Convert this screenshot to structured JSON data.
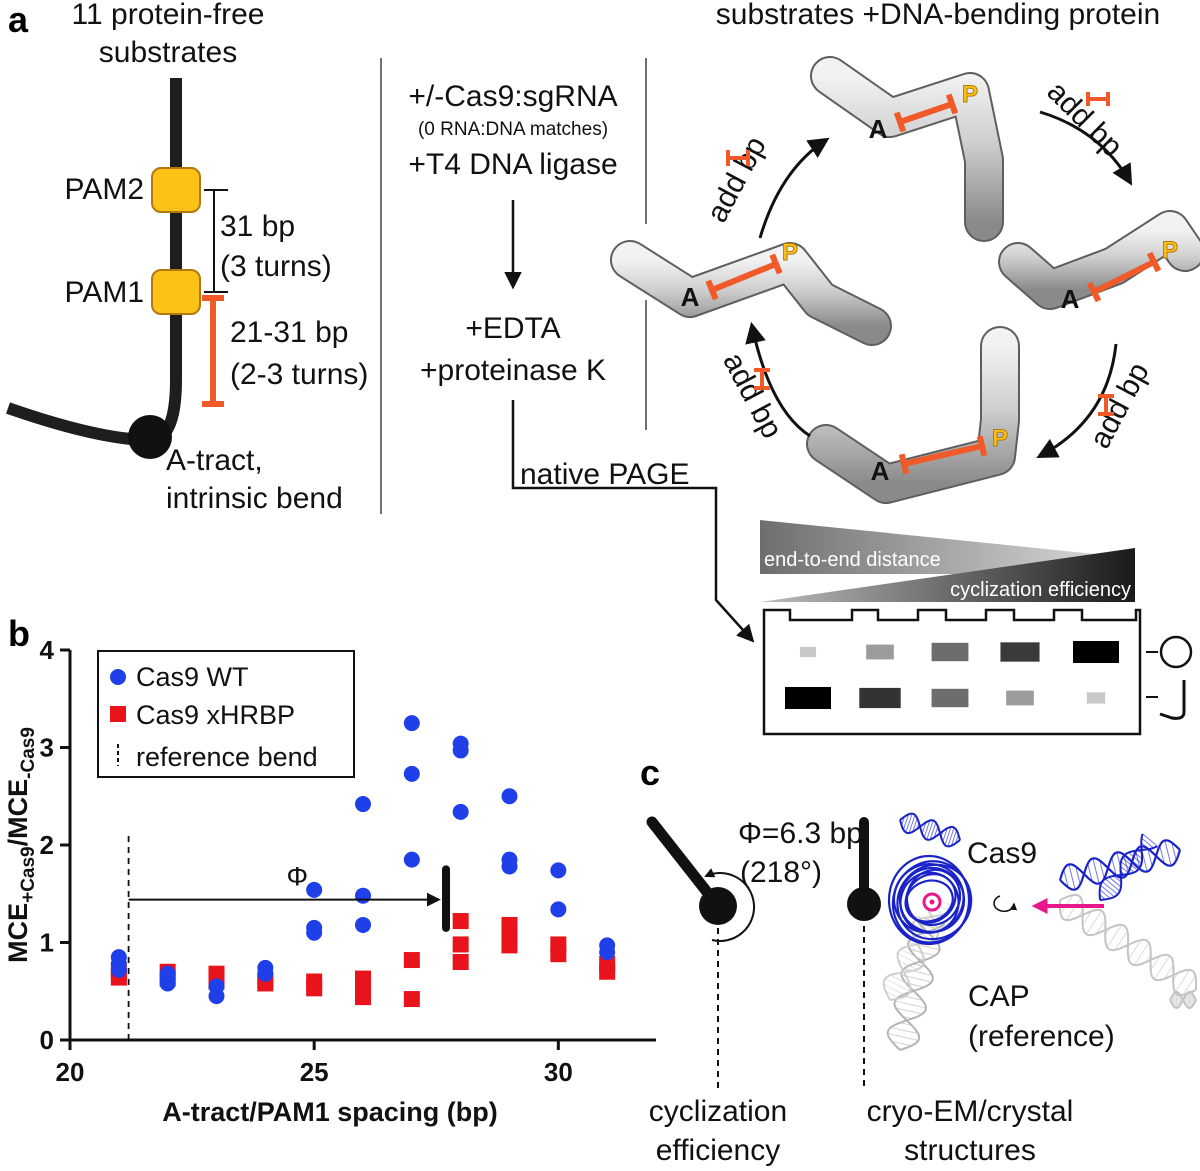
{
  "colors": {
    "orange": "#f05a28",
    "pam_fill": "#fdc218",
    "pam_stroke": "#b07a10",
    "dna": "#1e1e1e",
    "wt_blue": "#1f3fe8",
    "xhrbp_red": "#e8131b",
    "tube_light": "#d9d9d9",
    "tube_dark": "#9a9a9a",
    "magenta": "#e8188c"
  },
  "panel_a": {
    "letter": "a",
    "substrates_title": [
      "11 protein-free",
      "substrates"
    ],
    "pam2": "PAM2",
    "pam1": "PAM1",
    "spacing_31": [
      "31 bp",
      "(3 turns)"
    ],
    "spacing_21_31": [
      "21-31 bp",
      "(2-3 turns)"
    ],
    "atract": [
      "A-tract,",
      "intrinsic bend"
    ],
    "step1": [
      "+/-Cas9:sgRNA",
      "(0 RNA:DNA matches)",
      "+T4 DNA ligase"
    ],
    "step2": [
      "+EDTA",
      "+proteinase K"
    ],
    "native_page": "native PAGE",
    "cycle_title": "substrates +DNA-bending protein",
    "add_bp": "add bp",
    "a_marker": "A",
    "p_marker": "P",
    "wedge_top": "end-to-end distance",
    "wedge_bottom": "cyclization efficiency",
    "gel": {
      "lanes": 5,
      "circle_band_gray": [
        "#c8c8c8",
        "#9b9b9b",
        "#6d6d6d",
        "#3a3a3a",
        "#000000"
      ],
      "linear_band_gray": [
        "#000000",
        "#333333",
        "#6d6d6d",
        "#9b9b9b",
        "#c8c8c8"
      ],
      "circle_size": [
        0.35,
        0.6,
        0.8,
        0.85,
        1.0
      ],
      "linear_size": [
        1.0,
        0.9,
        0.8,
        0.6,
        0.4
      ]
    }
  },
  "panel_b": {
    "letter": "b",
    "phi_label": "Φ",
    "chart_data": {
      "type": "scatter",
      "xlabel": "A-tract/PAM1 spacing (bp)",
      "ylabel": "MCE+Cas9/MCE-Cas9",
      "ylabel_parts": {
        "main1": "MCE",
        "sub1": "+Cas9",
        "main2": "/MCE",
        "sub2": "-Cas9"
      },
      "xlim": [
        20,
        32
      ],
      "ylim": [
        0,
        4
      ],
      "xticks": [
        20,
        25,
        30
      ],
      "yticks": [
        0,
        1,
        2,
        3,
        4
      ],
      "reference_bend_x": 21.2,
      "phi_arrow": {
        "from": 21.2,
        "to": 27.7,
        "y": 1.44
      },
      "phi_marker": {
        "x": 27.7,
        "y0": 1.15,
        "y1": 1.75
      },
      "legend": [
        "Cas9 WT",
        "Cas9 xHRBP",
        "reference bend"
      ],
      "series": [
        {
          "name": "Cas9 WT",
          "marker": "circle",
          "x": [
            21,
            21,
            21,
            22,
            22,
            22,
            23,
            23,
            24,
            24,
            25,
            25,
            25,
            26,
            26,
            26,
            27,
            27,
            27,
            28,
            28,
            28,
            29,
            29,
            29,
            30,
            30,
            31,
            31
          ],
          "y": [
            0.85,
            0.78,
            0.72,
            0.68,
            0.62,
            0.58,
            0.55,
            0.45,
            0.74,
            0.68,
            1.54,
            1.15,
            1.1,
            2.42,
            1.48,
            1.18,
            3.25,
            2.73,
            1.85,
            3.04,
            2.97,
            2.34,
            2.5,
            1.85,
            1.78,
            1.74,
            1.34,
            0.97,
            0.9
          ]
        },
        {
          "name": "Cas9 xHRBP",
          "marker": "square",
          "x": [
            21,
            21,
            22,
            22,
            23,
            23,
            24,
            24,
            25,
            25,
            26,
            26,
            26,
            27,
            27,
            28,
            28,
            28,
            29,
            29,
            29,
            30,
            30,
            31,
            31
          ],
          "y": [
            0.7,
            0.64,
            0.7,
            0.63,
            0.68,
            0.6,
            0.62,
            0.58,
            0.6,
            0.53,
            0.63,
            0.5,
            0.44,
            0.82,
            0.42,
            1.22,
            0.98,
            0.8,
            1.18,
            1.05,
            0.97,
            0.98,
            0.88,
            0.78,
            0.7
          ]
        }
      ]
    }
  },
  "panel_c": {
    "letter": "c",
    "phi_value": "Φ=6.3 bp",
    "phi_angle": "(218°)",
    "cas9": "Cas9",
    "cap": [
      "CAP",
      "(reference)"
    ],
    "caption_left": [
      "cyclization",
      "efficiency"
    ],
    "caption_right": [
      "cryo-EM/crystal",
      "structures"
    ]
  }
}
